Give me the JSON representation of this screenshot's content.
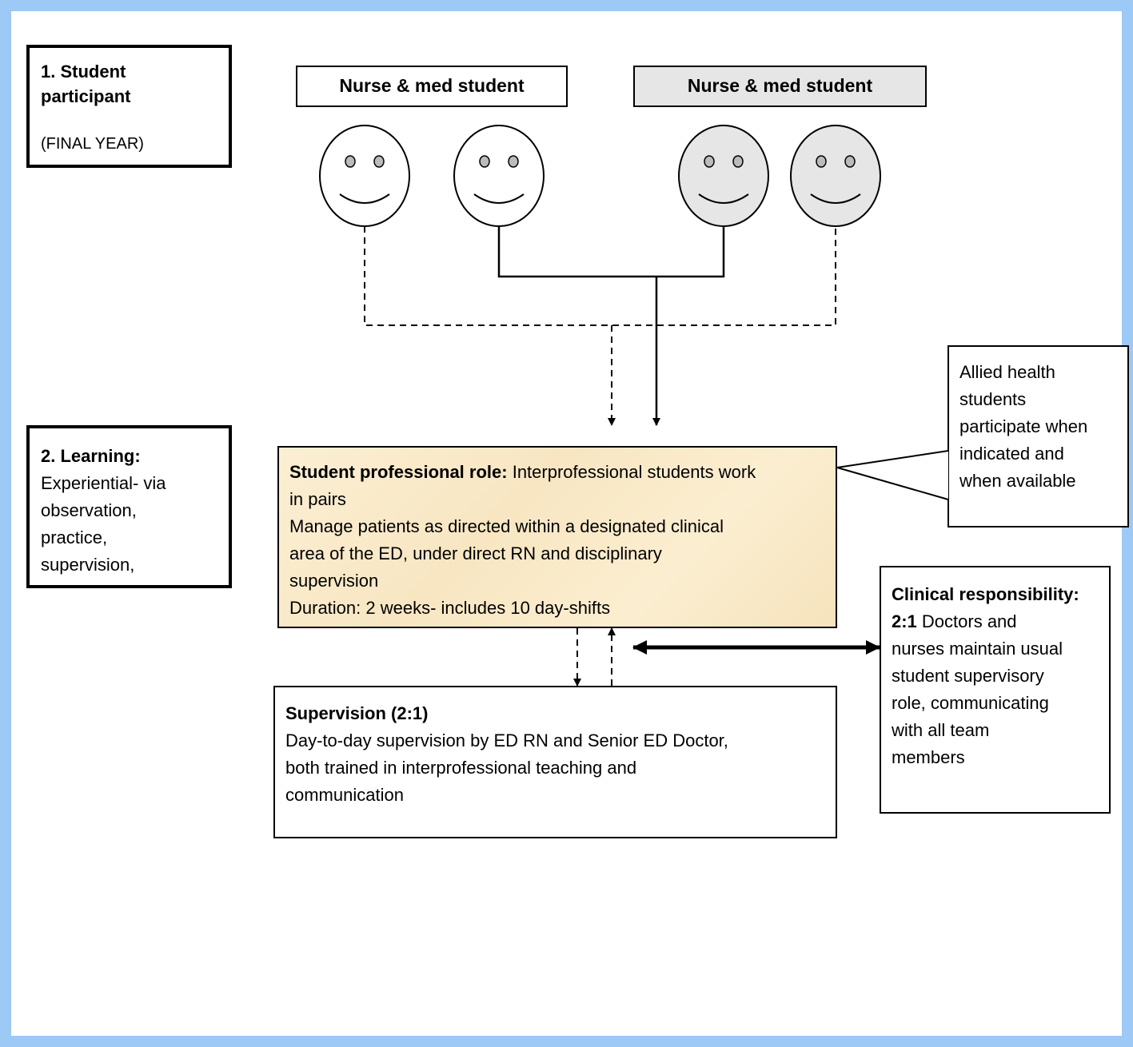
{
  "step1": {
    "title_line1": "1. Student",
    "title_line2": "participant",
    "note": "(FINAL YEAR)"
  },
  "step2": {
    "title": "2. Learning:",
    "lines": [
      "Experiential- via",
      "observation,",
      "practice,",
      "supervision,"
    ]
  },
  "pairs": [
    {
      "label": "Nurse & med student",
      "shade": "#ffffff"
    },
    {
      "label": "Nurse & med student",
      "shade": "#e6e6e6"
    }
  ],
  "role_box": {
    "title": "Student professional role:",
    "title_rest": " Interprofessional students work",
    "lines": [
      "in pairs",
      "Manage patients as directed within a designated clinical",
      "area of the ED, under direct RN and disciplinary",
      "supervision",
      "Duration: 2 weeks- includes 10 day-shifts"
    ]
  },
  "allied_callout": {
    "lines": [
      "Allied health",
      "students",
      "participate when",
      "indicated and",
      "when available"
    ]
  },
  "clinical_box": {
    "title": "Clinical responsibility:",
    "ratio": "2:1",
    "ratio_rest": " Doctors and",
    "lines": [
      "nurses maintain usual",
      "student supervisory",
      "role, communicating",
      "with all team",
      "members"
    ]
  },
  "supervision_box": {
    "title": "Supervision (2:1)",
    "lines": [
      "Day-to-day supervision by ED RN and Senior ED Doctor,",
      "both trained in interprofessional teaching and",
      "communication"
    ]
  },
  "colors": {
    "background_frame": "#9cc9f5",
    "role_fill": "#f9ebcb",
    "shaded_face": "#e6e6e6"
  }
}
